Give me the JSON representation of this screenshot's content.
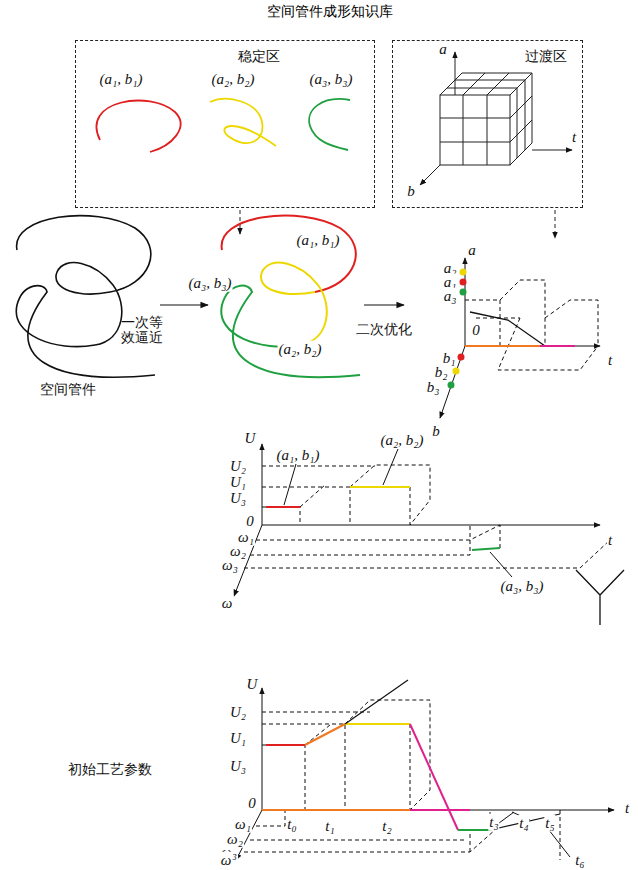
{
  "diagram": {
    "title": "空间管件成形知识库",
    "nodes": [
      {
        "text": [
          "稳定区",
          "(a₁, b₁)",
          "(a₂, b₂)",
          "(a₃, b₃)"
        ]
      },
      {
        "text": [
          "过渡区",
          "a",
          "t",
          "b"
        ]
      }
    ],
    "labels": [
      "(a₁, b₁)",
      "(a₃, b₃)",
      "(a₂, b₂)",
      "空间管件",
      "一次等 效逼近",
      "二次优化",
      "a",
      "a₂",
      "a₁",
      "a₃",
      "0",
      "t",
      "b₁",
      "b₂",
      "b₃",
      "b",
      "U",
      "(a₁, b₁)",
      "(a₂, b₂)",
      "U₂",
      "U₁",
      "U₃",
      "0",
      "ω₁",
      "ω₂",
      "ω₃",
      "ω",
      "t",
      "(a₃, b₃)",
      "U",
      "U₂",
      "U₁",
      "U₃",
      "初始工艺参数",
      "0",
      "ω₁",
      "t₀",
      "t₁",
      "t₂",
      "ω₂",
      "ω₃",
      "ω",
      "t₃",
      "t₄",
      "t₅",
      "t",
      "t₆"
    ]
  }
}
